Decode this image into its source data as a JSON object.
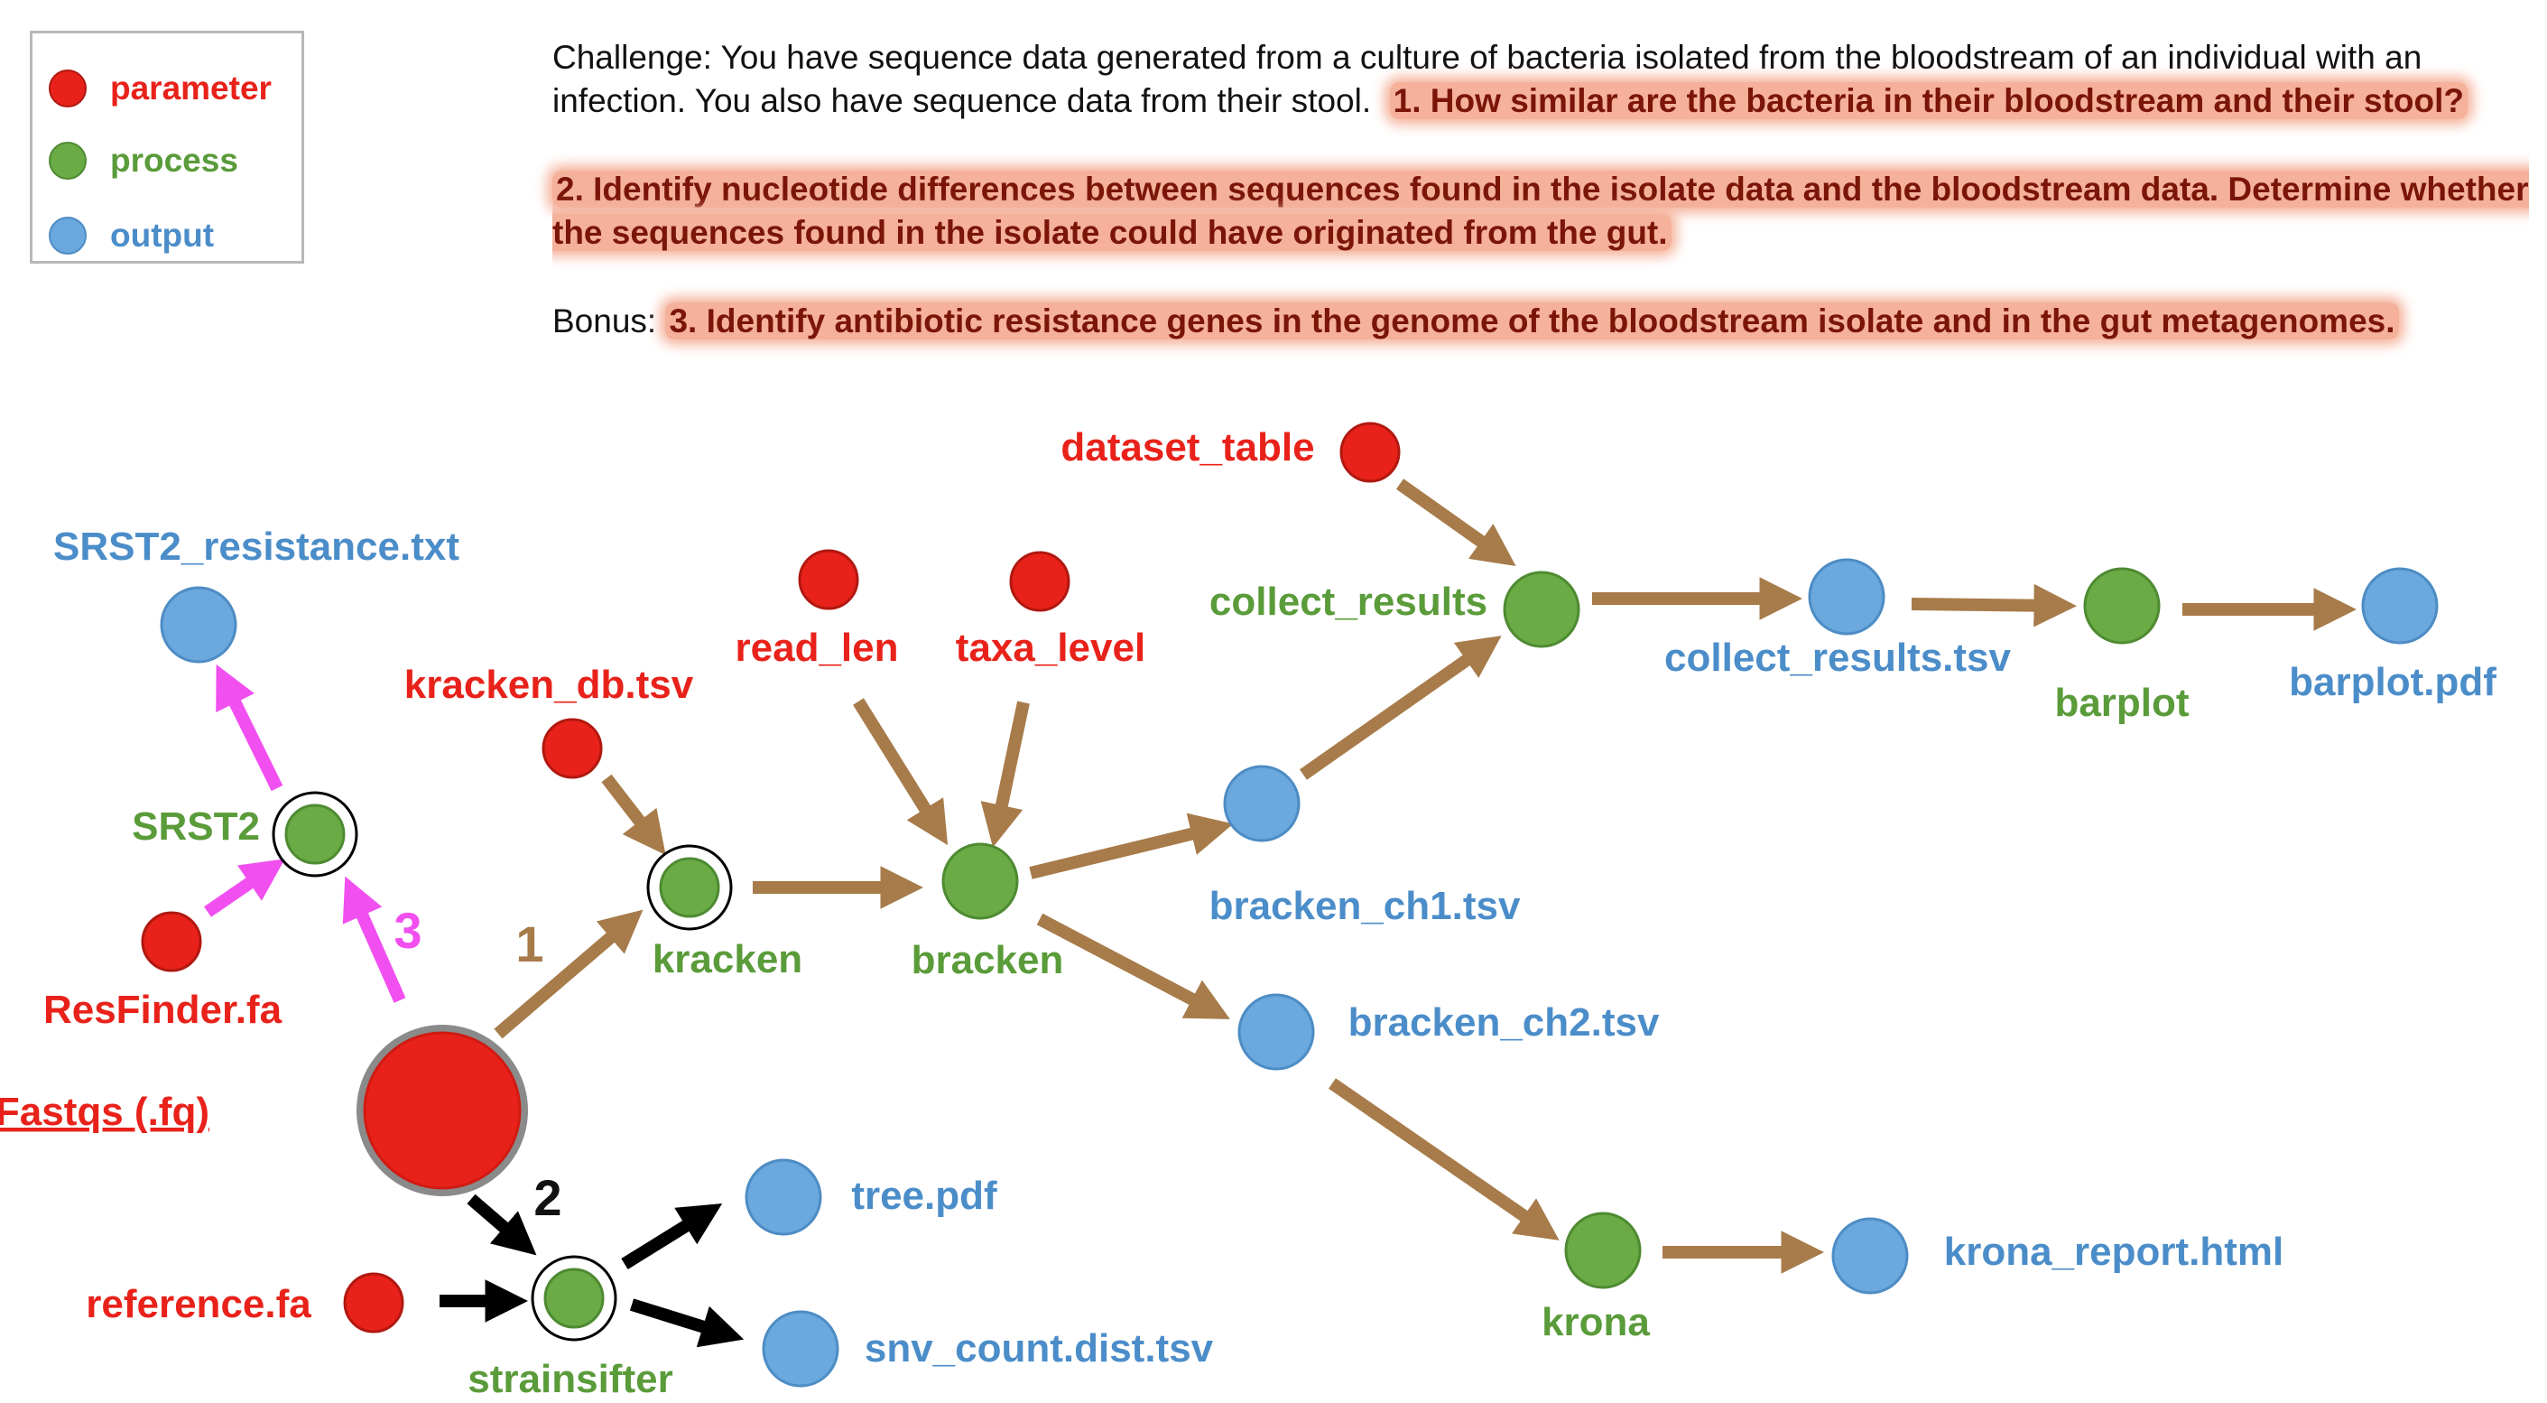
{
  "legend": {
    "items": [
      {
        "label": "parameter",
        "color": "#e8221a",
        "text_color": "#e8221a"
      },
      {
        "label": "process",
        "color": "#6aab46",
        "text_color": "#5a9b3a"
      },
      {
        "label": "output",
        "color": "#6aa8dd",
        "text_color": "#4b8dc9"
      }
    ]
  },
  "challenge": {
    "intro": "Challenge: You have sequence data generated from a culture of bacteria isolated from the bloodstream of an individual with an infection. You also have sequence data from their stool.",
    "q1": "1. How similar are the bacteria in their bloodstream and their stool?",
    "q2": "2. Identify nucleotide differences between sequences found in the isolate data and the bloodstream data. Determine whether the sequences found in the isolate could have originated from the gut.",
    "bonus_label": "Bonus:",
    "q3": "3. Identify antibiotic resistance genes in the genome of the bloodstream isolate and in the gut metagenomes."
  },
  "colors": {
    "parameter": "#e8221a",
    "parameter_text": "#e8221a",
    "process": "#6aab46",
    "process_text": "#5a9b3a",
    "output": "#6aa8dd",
    "output_text": "#4b8dc9",
    "arrow_main": "#a77b4a",
    "arrow_resistance": "#f14ff0",
    "arrow_strain": "#000000",
    "input_ring": "#8a8a8a"
  },
  "nodes": {
    "fastqs": {
      "label": "Fastqs (.fq)",
      "kind": "input"
    },
    "resfinder": {
      "label": "ResFinder.fa",
      "kind": "parameter"
    },
    "srst2": {
      "label": "SRST2",
      "kind": "process"
    },
    "srst2_out": {
      "label": "SRST2_resistance.txt",
      "kind": "output"
    },
    "kracken_db": {
      "label": "kracken_db.tsv",
      "kind": "parameter"
    },
    "kracken": {
      "label": "kracken",
      "kind": "process"
    },
    "read_len": {
      "label": "read_len",
      "kind": "parameter"
    },
    "taxa_level": {
      "label": "taxa_level",
      "kind": "parameter"
    },
    "bracken": {
      "label": "bracken",
      "kind": "process"
    },
    "bracken_ch1": {
      "label": "bracken_ch1.tsv",
      "kind": "output"
    },
    "bracken_ch2": {
      "label": "bracken_ch2.tsv",
      "kind": "output"
    },
    "dataset_table": {
      "label": "dataset_table",
      "kind": "parameter"
    },
    "collect_results": {
      "label": "collect_results",
      "kind": "process"
    },
    "collect_results_tsv": {
      "label": "collect_results.tsv",
      "kind": "output"
    },
    "barplot": {
      "label": "barplot",
      "kind": "process"
    },
    "barplot_pdf": {
      "label": "barplot.pdf",
      "kind": "output"
    },
    "krona": {
      "label": "krona",
      "kind": "process"
    },
    "krona_report": {
      "label": "krona_report.html",
      "kind": "output"
    },
    "reference": {
      "label": "reference.fa",
      "kind": "parameter"
    },
    "strainsifter": {
      "label": "strainsifter",
      "kind": "process"
    },
    "tree_pdf": {
      "label": "tree.pdf",
      "kind": "output"
    },
    "snv_count": {
      "label": "snv_count.dist.tsv",
      "kind": "output"
    }
  },
  "path_labels": {
    "path1": "1",
    "path2": "2",
    "path3": "3"
  }
}
